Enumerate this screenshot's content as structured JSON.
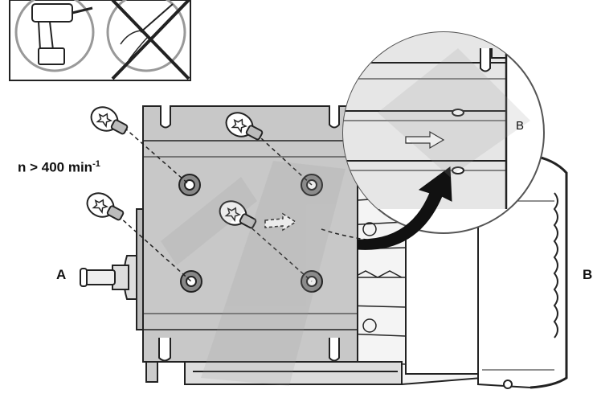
{
  "labels": {
    "speed_prefix": "n > 400 min",
    "speed_exponent": "-1",
    "side_a": "A",
    "side_b": "B",
    "detail_b": "B"
  },
  "icons": {
    "tool_allowed": "power-drill-icon",
    "tool_forbidden": "hand-screwdriver-crossed-icon",
    "screw": "torx-screw-icon",
    "arrow": "curved-arrow-icon"
  },
  "colors": {
    "line": "#222222",
    "plate_fill": "#c8c8c8",
    "motor_fill": "#eeeeee",
    "panel_fill": "#e6e6e6",
    "watermark": "#9a9a9a"
  }
}
